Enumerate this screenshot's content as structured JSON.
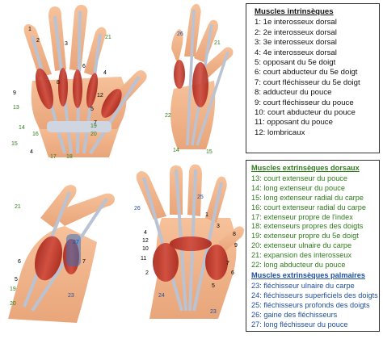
{
  "intrinsic": {
    "title": "Muscles intrinsèques",
    "items": [
      "1: 1e interosseux dorsal",
      "2: 2e interosseux dorsal",
      "3: 3e interosseux dorsal",
      "4: 4e interosseux dorsal",
      "5: opposant du 5e doigt",
      "6: court abducteur du 5e doigt",
      "7: court fléchisseur du 5e doigt",
      "8: adducteur du pouce",
      "9: court fléchisseur du pouce",
      "10: court abducteur du pouce",
      "11: opposant du pouce",
      "12: lombricaux"
    ]
  },
  "extrinsic_dorsal": {
    "title": "Muscles extrinsèques dorsaux",
    "items": [
      "13: court extenseur du pouce",
      "14: long extenseur du pouce",
      "15: long extenseur radial du carpe",
      "16: court extenseur radial du carpe",
      "17: extenseur propre de l'index",
      "18: extenseurs propres des doigts",
      "19: extenseur propre du 5e doigt",
      "20: extenseur ulnaire du carpe",
      "21: expansion des interosseux",
      "22: long abducteur du pouce"
    ]
  },
  "extrinsic_palmar": {
    "title": "Muscles extrinsèques palmaires",
    "items": [
      "23: fléchisseur ulnaire du carpe",
      "24: fléchisseurs superficiels des doigts",
      "25: fléchisseurs profonds des doigts",
      "26: gaine des fléchisseurs",
      "27: long fléchisseur du pouce"
    ]
  },
  "labels": {
    "h1": [
      "1",
      "2",
      "3",
      "4",
      "5",
      "7",
      "8",
      "9",
      "13",
      "14",
      "15",
      "16",
      "17",
      "18",
      "19",
      "20",
      "21",
      "4",
      "12",
      "6"
    ],
    "h2": [
      "26",
      "21",
      "22",
      "14",
      "15"
    ],
    "h3": [
      "21",
      "27",
      "6",
      "7",
      "5",
      "19",
      "20",
      "23"
    ],
    "h4": [
      "26",
      "25",
      "1",
      "8",
      "9",
      "12",
      "10",
      "11",
      "7",
      "6",
      "5",
      "2",
      "24",
      "23",
      "4",
      "3"
    ]
  },
  "colors": {
    "muscle": "#c23a2b",
    "tendon": "#b9c3d4",
    "skin": "#f2b48a",
    "bone": "#e8d7a8",
    "green_label": "#2e7d1d",
    "blue_label": "#1f4e9e"
  }
}
